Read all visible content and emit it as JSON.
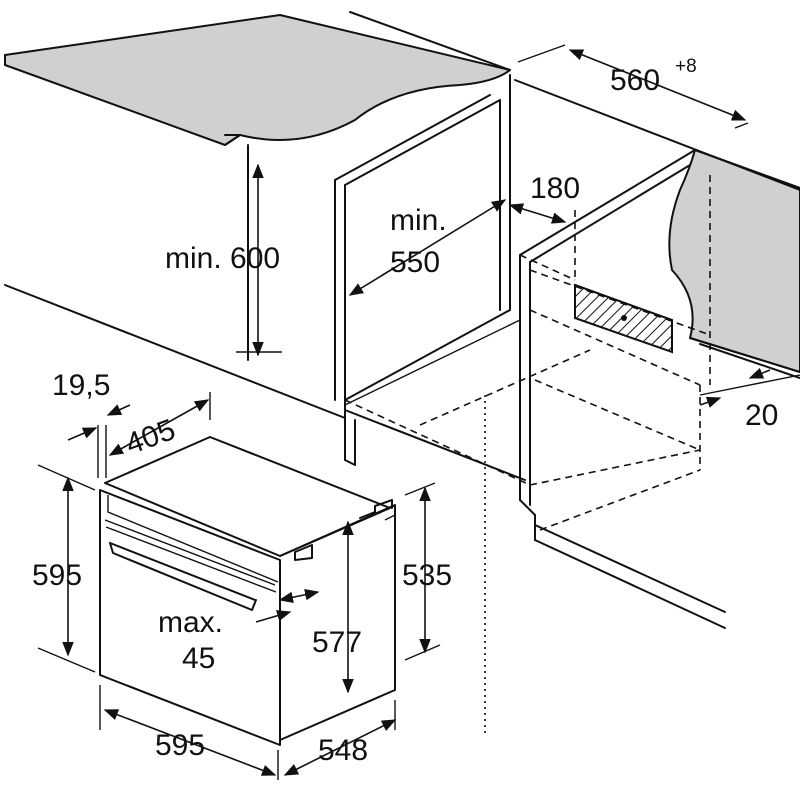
{
  "dimensions": {
    "niche_width": "560",
    "niche_width_tolerance": "+8",
    "vent_depth": "180",
    "min_depth_label": "min.",
    "min_depth_value": "550",
    "min_height_label": "min. 600",
    "oven_front_gap": "19,5",
    "oven_top_offset": "405",
    "oven_height": "595",
    "cavity_height": "535",
    "body_height": "577",
    "max_label": "max.",
    "max_value": "45",
    "oven_width": "595",
    "oven_depth": "548",
    "rear_gap": "20"
  },
  "colors": {
    "line": "#111111",
    "worktop_fill": "#d0d0d0",
    "hatch": "#111111",
    "background": "#ffffff"
  }
}
